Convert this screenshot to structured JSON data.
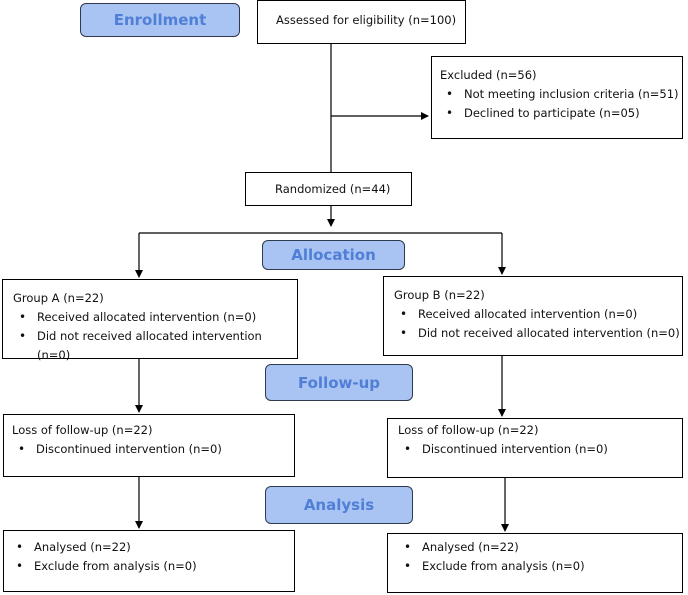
{
  "stages": {
    "enrollment": "Enrollment",
    "allocation": "Allocation",
    "followup": "Follow-up",
    "analysis": "Analysis"
  },
  "assessed": "Assessed for eligibility (n=100)",
  "excluded": {
    "title": "Excluded (n=56)",
    "items": [
      "Not meeting inclusion criteria (n=51)",
      "Declined to participate (n=05)"
    ]
  },
  "randomized": "Randomized (n=44)",
  "group_a": {
    "title": "Group A  (n=22)",
    "items": [
      "Received allocated intervention (n=0)",
      "Did not received allocated intervention (n=0)"
    ]
  },
  "group_b": {
    "title": "Group B (n=22)",
    "items": [
      "Received allocated intervention (n=0)",
      "Did not received allocated intervention (n=0)"
    ]
  },
  "followup_a": {
    "title": "Loss of follow-up (n=22)",
    "items": [
      "Discontinued intervention (n=0)"
    ]
  },
  "followup_b": {
    "title": "Loss of follow-up (n=22)",
    "items": [
      "Discontinued intervention (n=0)"
    ]
  },
  "analysis_a": {
    "items": [
      "Analysed (n=22)",
      "Exclude from analysis (n=0)"
    ]
  },
  "analysis_b": {
    "items": [
      "Analysed (n=22)",
      "Exclude from analysis (n=0)"
    ]
  }
}
